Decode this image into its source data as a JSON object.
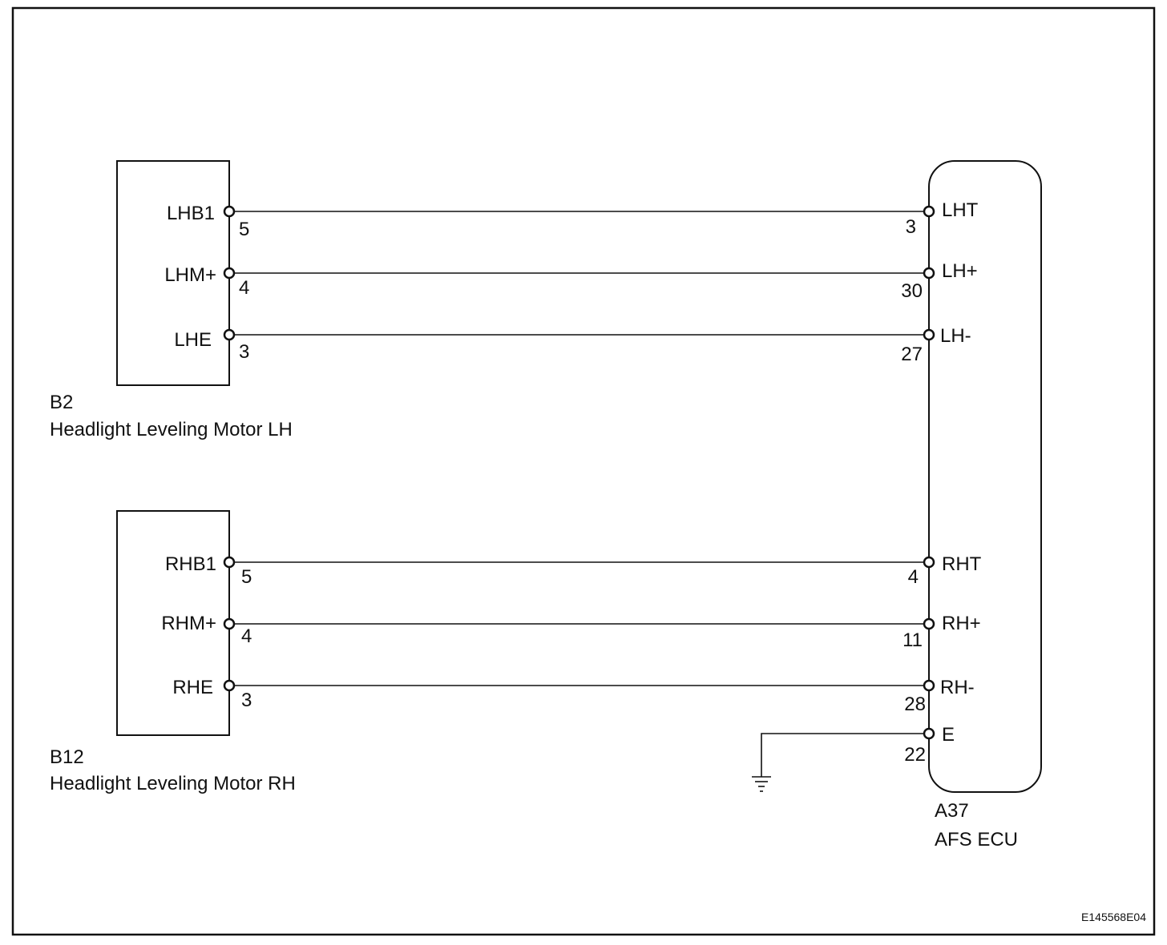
{
  "diagram_code": "E145568E04",
  "components": {
    "b2": {
      "id": "B2",
      "name": "Headlight Leveling Motor LH",
      "pins": [
        {
          "label": "LHB1",
          "number": "5"
        },
        {
          "label": "LHM+",
          "number": "4"
        },
        {
          "label": "LHE",
          "number": "3"
        }
      ]
    },
    "b12": {
      "id": "B12",
      "name": "Headlight Leveling Motor RH",
      "pins": [
        {
          "label": "RHB1",
          "number": "5"
        },
        {
          "label": "RHM+",
          "number": "4"
        },
        {
          "label": "RHE",
          "number": "3"
        }
      ]
    },
    "a37": {
      "id": "A37",
      "name": "AFS ECU",
      "pins": [
        {
          "label": "LHT",
          "number": "3"
        },
        {
          "label": "LH+",
          "number": "30"
        },
        {
          "label": "LH-",
          "number": "27"
        },
        {
          "label": "RHT",
          "number": "4"
        },
        {
          "label": "RH+",
          "number": "11"
        },
        {
          "label": "RH-",
          "number": "28"
        },
        {
          "label": "E",
          "number": "22"
        }
      ]
    }
  }
}
